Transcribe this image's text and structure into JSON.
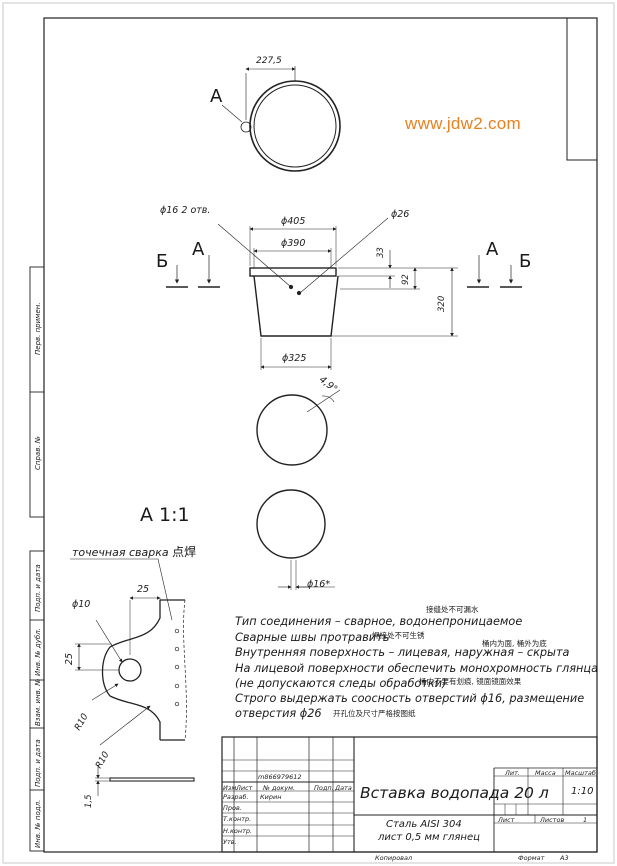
{
  "watermark": "www.jdw2.com",
  "top_view": {
    "dim_width": "227,5",
    "view_mark": "A"
  },
  "front_view": {
    "hole_note": "ϕ16 2 отв.",
    "dim_top_outer": "ϕ405",
    "dim_top_inner": "ϕ390",
    "dim_hole": "ϕ26",
    "dim_33": "33",
    "dim_92": "92",
    "dim_320": "320",
    "dim_bottom": "ϕ325",
    "mark_b": "Б",
    "mark_a": "А"
  },
  "circle_views": {
    "angle": "4,9°",
    "hole_dim": "ϕ16*"
  },
  "detail": {
    "title": "А 1:1",
    "weld_label": "точечная сварка",
    "weld_label_cn": "点焊",
    "dim_25_h": "25",
    "dim_10": "ϕ10",
    "dim_25_v": "25",
    "dim_r10_a": "R10",
    "dim_r10_b": "R10",
    "dim_1_5": "1,5"
  },
  "notes": [
    {
      "ru": "Тип соединения – сварное, водонепроницаемое",
      "cn": "接缝处不可漏水"
    },
    {
      "ru": "Сварные швы протравить",
      "cn": "焊接处不可生锈"
    },
    {
      "ru": "Внутренняя поверхность – лицевая, наружная – скрыта",
      "cn": "桶内为面, 桶外为底"
    },
    {
      "ru": "На лицевой поверхности обеспечить монохромность глянца",
      "cn": ""
    },
    {
      "ru": "(не допускаются следы обработки)",
      "cn": "桶内不要有划痕, 镜面镜面效果"
    },
    {
      "ru": "Строго выдержать соосность отверстий ϕ16, размещение",
      "cn": ""
    },
    {
      "ru": "отверстия ϕ26",
      "cn": "开孔位及尺寸严格按图纸"
    }
  ],
  "side_stamps": [
    "Перв. примен.",
    "Справ. №",
    "Подп. и дата",
    "Инв. № дубл.",
    "Взам. инв. №",
    "Подп. и дата",
    "Инв. № подл."
  ],
  "title_block": {
    "doc_number": "m866979612",
    "row_labels": [
      "Изм.",
      "Лист",
      "№ докум.",
      "Подп.",
      "Дата"
    ],
    "roles": [
      "Разраб.",
      "Пров.",
      "Т.контр.",
      "",
      "Н.контр.",
      "Утв."
    ],
    "developer": "Кирин",
    "title": "Вставка водопада 20 л",
    "material_line1": "Сталь AISI 304",
    "material_line2": "лист 0,5 мм глянец",
    "col_lit": "Лит.",
    "col_mass": "Масса",
    "col_scale": "Масштаб",
    "scale": "1:10",
    "sheet_label": "Лист",
    "sheets_label": "Листов",
    "sheets_count": "1",
    "copied": "Копировал",
    "format_label": "Формат",
    "format": "А3"
  }
}
